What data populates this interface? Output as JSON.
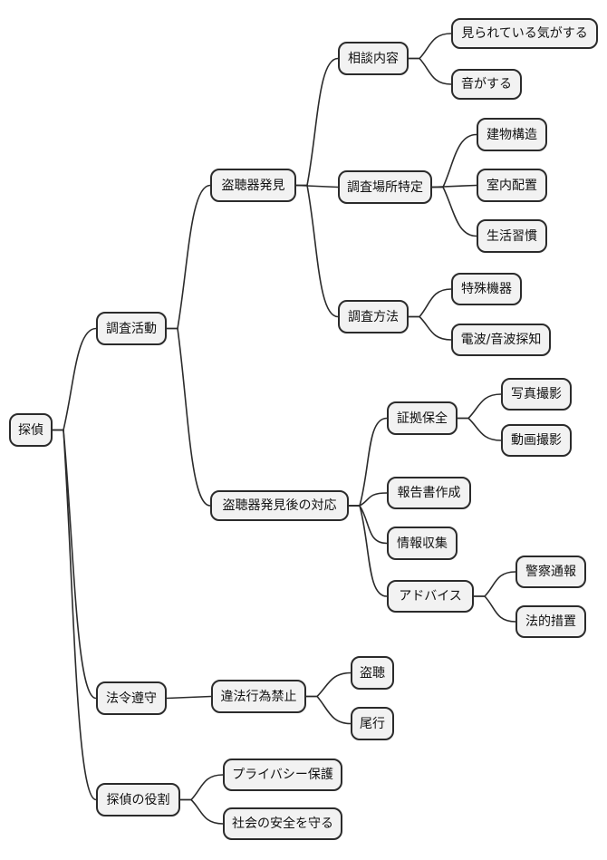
{
  "diagram": {
    "type": "mindmap",
    "background": "#ffffff",
    "node_fill": "#f2f2f2",
    "node_border": "#2b2b2b",
    "edge_color": "#2b2b2b",
    "text_color": "#111111"
  },
  "nodes": {
    "root": {
      "label": "探偵"
    },
    "katsudou": {
      "label": "調査活動"
    },
    "junshu": {
      "label": "法令遵守"
    },
    "yakuwari": {
      "label": "探偵の役割"
    },
    "hakken": {
      "label": "盗聴器発見"
    },
    "taiou": {
      "label": "盗聴器発見後の対応"
    },
    "kinshi": {
      "label": "違法行為禁止"
    },
    "privacy": {
      "label": "プライバシー保護"
    },
    "anzen": {
      "label": "社会の安全を守る"
    },
    "soudan": {
      "label": "相談内容"
    },
    "basho": {
      "label": "調査場所特定"
    },
    "houhou": {
      "label": "調査方法"
    },
    "shouko": {
      "label": "証拠保全"
    },
    "houkoku": {
      "label": "報告書作成"
    },
    "jouhou": {
      "label": "情報収集"
    },
    "advice": {
      "label": "アドバイス"
    },
    "touchou": {
      "label": "盗聴"
    },
    "bikou": {
      "label": "尾行"
    },
    "mirareru": {
      "label": "見られている気がする"
    },
    "oto": {
      "label": "音がする"
    },
    "tatemono": {
      "label": "建物構造"
    },
    "shitsunai": {
      "label": "室内配置"
    },
    "seikatsu": {
      "label": "生活習慣"
    },
    "tokushu": {
      "label": "特殊機器"
    },
    "denpa": {
      "label": "電波/音波探知"
    },
    "shashin": {
      "label": "写真撮影"
    },
    "douga": {
      "label": "動画撮影"
    },
    "keisatsu": {
      "label": "警察通報"
    },
    "houteki": {
      "label": "法的措置"
    }
  },
  "edges": [
    [
      "root",
      "katsudou"
    ],
    [
      "root",
      "junshu"
    ],
    [
      "root",
      "yakuwari"
    ],
    [
      "katsudou",
      "hakken"
    ],
    [
      "katsudou",
      "taiou"
    ],
    [
      "hakken",
      "soudan"
    ],
    [
      "hakken",
      "basho"
    ],
    [
      "hakken",
      "houhou"
    ],
    [
      "soudan",
      "mirareru"
    ],
    [
      "soudan",
      "oto"
    ],
    [
      "basho",
      "tatemono"
    ],
    [
      "basho",
      "shitsunai"
    ],
    [
      "basho",
      "seikatsu"
    ],
    [
      "houhou",
      "tokushu"
    ],
    [
      "houhou",
      "denpa"
    ],
    [
      "taiou",
      "shouko"
    ],
    [
      "taiou",
      "houkoku"
    ],
    [
      "taiou",
      "jouhou"
    ],
    [
      "taiou",
      "advice"
    ],
    [
      "shouko",
      "shashin"
    ],
    [
      "shouko",
      "douga"
    ],
    [
      "advice",
      "keisatsu"
    ],
    [
      "advice",
      "houteki"
    ],
    [
      "junshu",
      "kinshi"
    ],
    [
      "kinshi",
      "touchou"
    ],
    [
      "kinshi",
      "bikou"
    ],
    [
      "yakuwari",
      "privacy"
    ],
    [
      "yakuwari",
      "anzen"
    ]
  ]
}
